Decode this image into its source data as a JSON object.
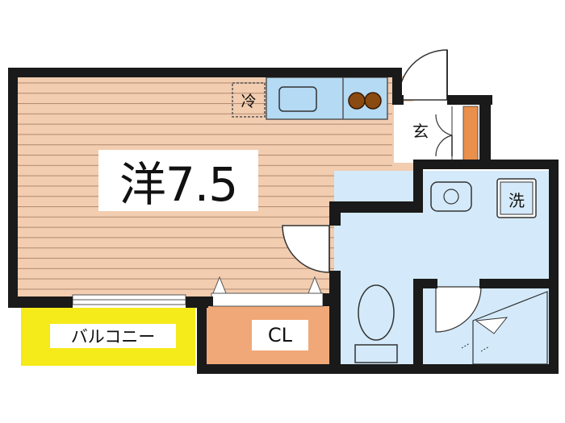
{
  "floor_plan": {
    "main_room_label": "洋7.5",
    "balcony_label": "バルコニー",
    "closet_label": "CL",
    "fridge_label": "冷",
    "entrance_label": "玄",
    "washer_label": "洗"
  },
  "colors": {
    "wall": "#1a1a1a",
    "floor_wood": "#f2cdb0",
    "floor_line": "#b48c72",
    "wet_area": "#d4eafa",
    "balcony": "#f5ea1a",
    "closet": "#f0a878",
    "kitchen": "#b4daf4",
    "shoe_cabinet": "#e8904c"
  }
}
